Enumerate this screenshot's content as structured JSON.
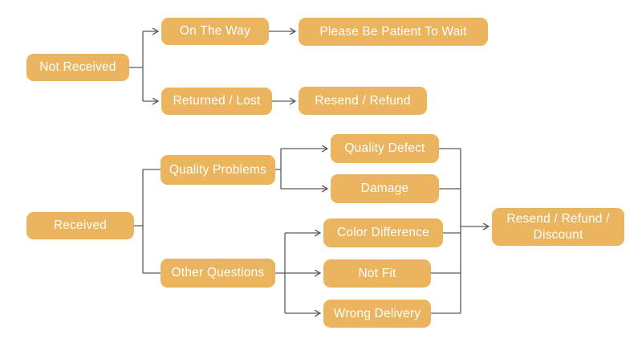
{
  "colors": {
    "node_fill": "#ebb45e",
    "node_text": "#ffffff",
    "connector": "#5a5a5a",
    "background": "#ffffff"
  },
  "nodes": [
    {
      "id": "not-received",
      "label": "Not Received"
    },
    {
      "id": "on-the-way",
      "label": "On The Way"
    },
    {
      "id": "please-be-patient-to-wait",
      "label": "Please Be Patient To Wait"
    },
    {
      "id": "returned-lost",
      "label": "Returned / Lost"
    },
    {
      "id": "resend-refund",
      "label": "Resend / Refund"
    },
    {
      "id": "received",
      "label": "Received"
    },
    {
      "id": "quality-problems",
      "label": "Quality Problems"
    },
    {
      "id": "other-questions",
      "label": "Other Questions"
    },
    {
      "id": "quality-defect",
      "label": "Quality Defect"
    },
    {
      "id": "damage",
      "label": "Damage"
    },
    {
      "id": "color-difference",
      "label": "Color Difference"
    },
    {
      "id": "not-fit",
      "label": "Not Fit"
    },
    {
      "id": "wrong-delivery",
      "label": "Wrong Delivery"
    },
    {
      "id": "resend-refund-discount",
      "label": "Resend / Refund / Discount"
    }
  ],
  "edges": [
    {
      "from": "not-received",
      "to": "on-the-way",
      "arrow": true
    },
    {
      "from": "not-received",
      "to": "returned-lost",
      "arrow": true
    },
    {
      "from": "on-the-way",
      "to": "please-be-patient-to-wait",
      "arrow": true
    },
    {
      "from": "returned-lost",
      "to": "resend-refund",
      "arrow": true
    },
    {
      "from": "received",
      "to": "quality-problems",
      "arrow": false
    },
    {
      "from": "received",
      "to": "other-questions",
      "arrow": false
    },
    {
      "from": "quality-problems",
      "to": "quality-defect",
      "arrow": true
    },
    {
      "from": "quality-problems",
      "to": "damage",
      "arrow": true
    },
    {
      "from": "other-questions",
      "to": "color-difference",
      "arrow": true
    },
    {
      "from": "other-questions",
      "to": "not-fit",
      "arrow": true
    },
    {
      "from": "other-questions",
      "to": "wrong-delivery",
      "arrow": true
    },
    {
      "from": "quality-defect",
      "to": "resend-refund-discount",
      "arrow": true
    },
    {
      "from": "damage",
      "to": "resend-refund-discount",
      "arrow": true
    },
    {
      "from": "color-difference",
      "to": "resend-refund-discount",
      "arrow": true
    },
    {
      "from": "not-fit",
      "to": "resend-refund-discount",
      "arrow": true
    },
    {
      "from": "wrong-delivery",
      "to": "resend-refund-discount",
      "arrow": true
    }
  ]
}
